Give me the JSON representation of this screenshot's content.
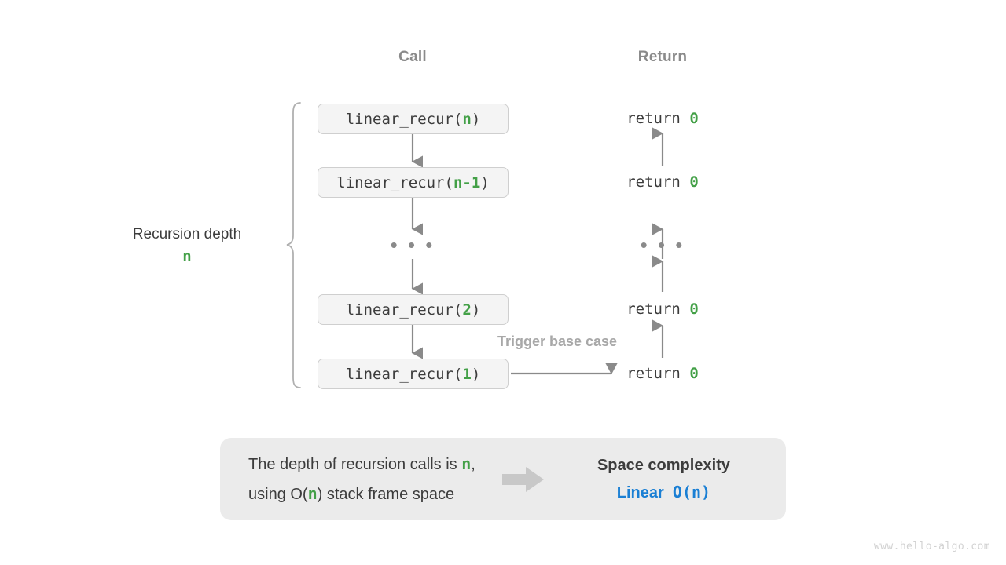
{
  "headers": {
    "call": "Call",
    "return": "Return"
  },
  "colors": {
    "highlight_green": "#43a047",
    "complexity_blue": "#1a7fd4",
    "header_gray": "#8a8a8a",
    "box_fill": "#f4f4f4",
    "box_border": "#cfcfcf",
    "panel_fill": "#ebebeb",
    "arrow_gray": "#8a8a8a",
    "block_arrow_gray": "#c8c8c8",
    "text": "#3c3c3c"
  },
  "call_stack": [
    {
      "prefix": "linear_recur(",
      "arg": "n",
      "suffix": ")"
    },
    {
      "prefix": "linear_recur(",
      "arg": "n-1",
      "suffix": ")"
    },
    {
      "prefix": "linear_recur(",
      "arg": "2",
      "suffix": ")"
    },
    {
      "prefix": "linear_recur(",
      "arg": "1",
      "suffix": ")"
    }
  ],
  "returns": [
    {
      "keyword": "return",
      "value": "0"
    },
    {
      "keyword": "return",
      "value": "0"
    },
    {
      "keyword": "return",
      "value": "0"
    },
    {
      "keyword": "return",
      "value": "0"
    }
  ],
  "ellipsis": "• • •",
  "depth": {
    "title": "Recursion depth",
    "value": "n"
  },
  "trigger_label": "Trigger base case",
  "summary": {
    "line1_a": "The depth of recursion calls is ",
    "line1_n": "n",
    "line1_b": ",",
    "line2_a": "using O(",
    "line2_n": "n",
    "line2_b": ") stack frame space",
    "complexity_title": "Space complexity",
    "complexity_name": "Linear",
    "complexity_notation": "O(n)"
  },
  "watermark": "www.hello-algo.com"
}
